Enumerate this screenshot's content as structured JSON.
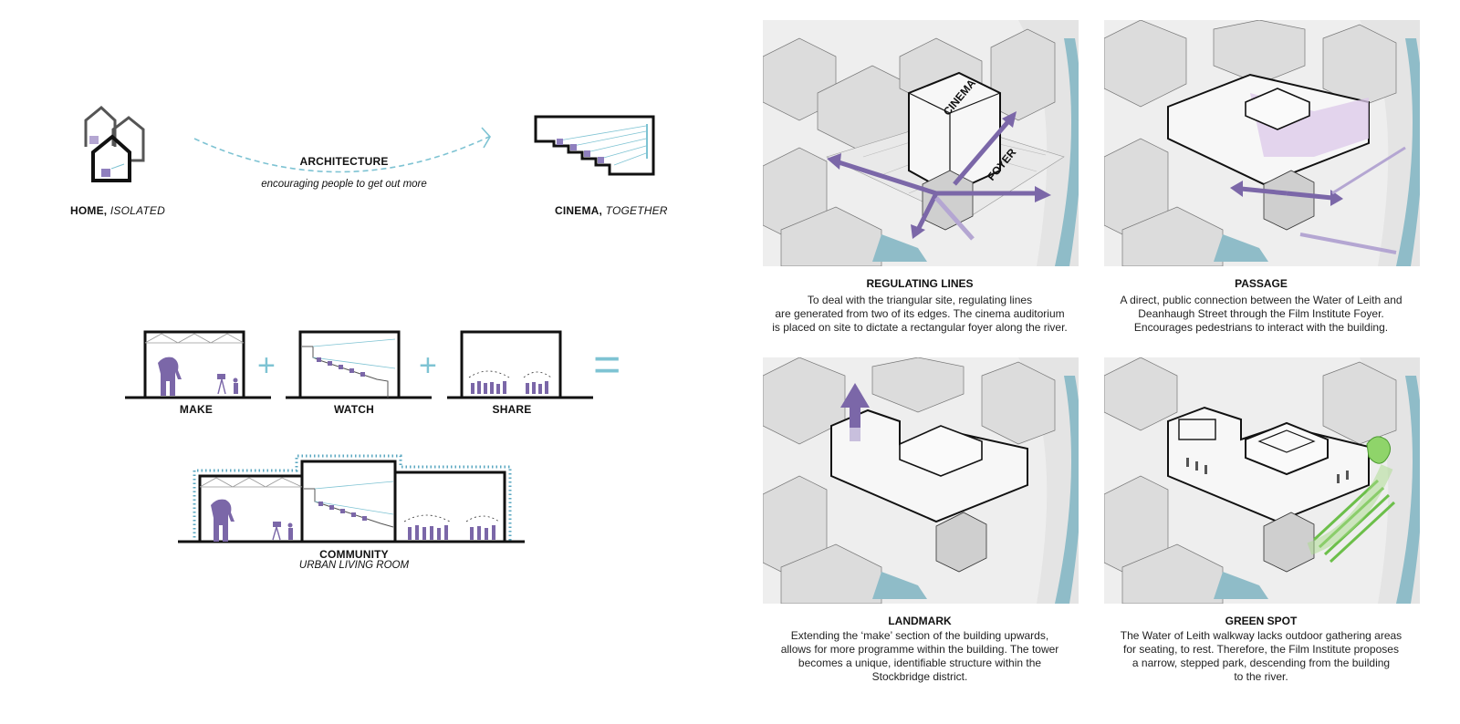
{
  "concept": {
    "home": {
      "bold": "HOME,",
      "italic": "ISOLATED"
    },
    "cinema": {
      "bold": "CINEMA,",
      "italic": "TOGETHER"
    },
    "architecture": "ARCHITECTURE",
    "architecture_sub": "encouraging people to get out more"
  },
  "programme": {
    "make": "MAKE",
    "watch": "WATCH",
    "share": "SHARE",
    "plus": "+",
    "equals": "=",
    "community": "COMMUNITY",
    "community_sub": "URBAN LIVING ROOM"
  },
  "panels": [
    {
      "title": "REGULATING LINES",
      "lines": [
        "To deal with the triangular site, regulating lines",
        "are generated from two of its edges. The cinema auditorium",
        "is placed on site to dictate a rectangular foyer along the river."
      ],
      "tags": [
        "CINEMA",
        "FOYER"
      ]
    },
    {
      "title": "PASSAGE",
      "lines": [
        "A direct, public connection between the Water of Leith and",
        "Deanhaugh Street through the Film Institute Foyer.",
        "Encourages pedestrians to interact with the building."
      ]
    },
    {
      "title": "LANDMARK",
      "lines": [
        "Extending the ‘make’ section of the building upwards,",
        "allows for more programme within the building. The tower",
        "becomes a unique, identifiable structure within the",
        "Stockbridge district."
      ]
    },
    {
      "title": "GREEN SPOT",
      "lines": [
        "The Water of Leith walkway lacks outdoor gathering areas",
        "for seating, to rest. Therefore, the Film Institute proposes",
        "a narrow, stepped park, descending from the building",
        "to the river."
      ]
    }
  ],
  "colors": {
    "purple": "#7b67a8",
    "light_purple": "#b4a6d2",
    "teal": "#7ec3d3",
    "river": "#8fbcc8",
    "green": "#6cbf4a",
    "ink": "#111111"
  }
}
